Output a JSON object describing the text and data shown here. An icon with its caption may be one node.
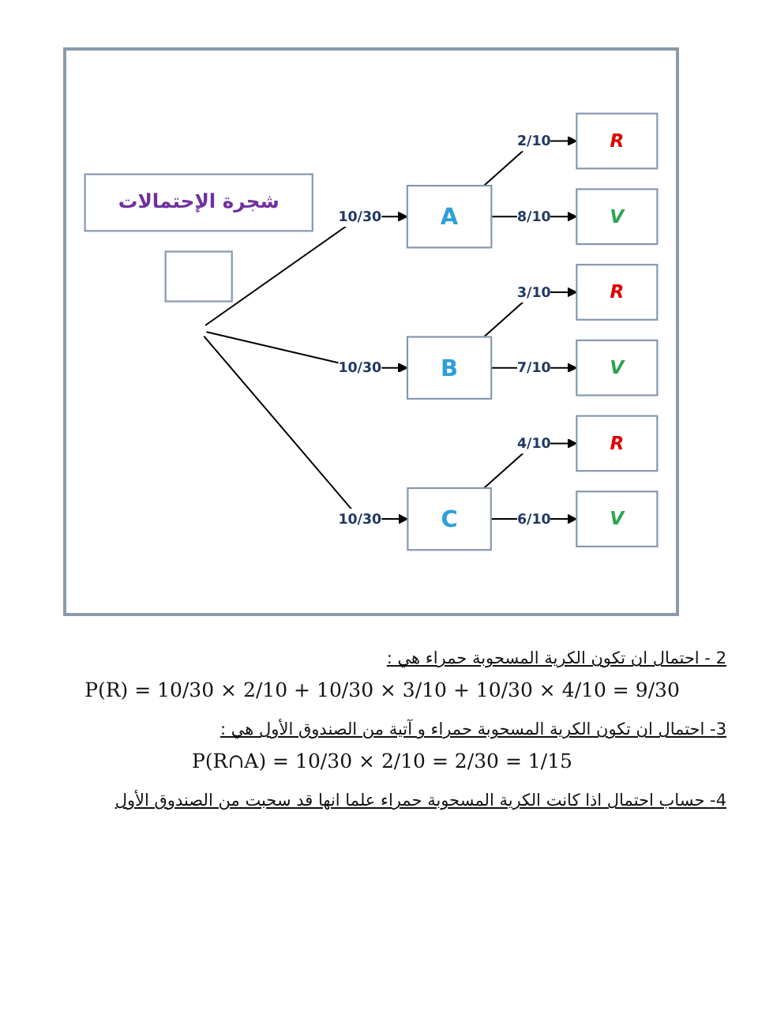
{
  "diagram": {
    "nodes": [
      {
        "text": [
          "شجرة الإحتمالات"
        ]
      },
      {
        "text": [
          "A"
        ]
      },
      {
        "text": [
          "B"
        ]
      },
      {
        "text": [
          "C"
        ]
      },
      {
        "text": [
          "R"
        ]
      },
      {
        "text": [
          "V"
        ]
      },
      {
        "text": [
          "R"
        ]
      },
      {
        "text": [
          "V"
        ]
      },
      {
        "text": [
          "R"
        ]
      },
      {
        "text": [
          "V"
        ]
      },
      {
        "text": [],
        "shape": "box"
      }
    ],
    "edges": [
      {
        "from": null,
        "to": 1,
        "arrow": "to",
        "label": "10/30"
      },
      {
        "from": null,
        "to": 2,
        "arrow": "to",
        "label": "10/30"
      },
      {
        "from": null,
        "to": 3,
        "arrow": "to",
        "label": "10/30"
      },
      {
        "from": 1,
        "to": 4,
        "arrow": "to",
        "label": "2/10"
      },
      {
        "from": 1,
        "to": 5,
        "arrow": "to",
        "label": "8/10"
      },
      {
        "from": 2,
        "to": 6,
        "arrow": "to",
        "label": "3/10"
      },
      {
        "from": 2,
        "to": 7,
        "arrow": "to",
        "label": "7/10"
      },
      {
        "from": 3,
        "to": 8,
        "arrow": "to",
        "label": "4/10"
      },
      {
        "from": 3,
        "to": 9,
        "arrow": "to",
        "label": "6/10"
      }
    ],
    "labels": [
      "2 - احتمال ان تكون الكرية المسحوبة حمراء هي :",
      "P(R) = 10/30 × 2/10 + 10/30 × 3/10 + 10/30 × 4/10 = 9/30",
      "3- احتمال ان تكون الكرية المسحوبة حمراء و آتية من الصندوق الأول هي :",
      "P(R∩A) = 10/30 × 2/10 = 2/30 = 1/15",
      "4- حساب احتمال اذا كانت الكرية المسحوبة حمراء علما انها قد سحبت من الصندوق الأول"
    ]
  }
}
